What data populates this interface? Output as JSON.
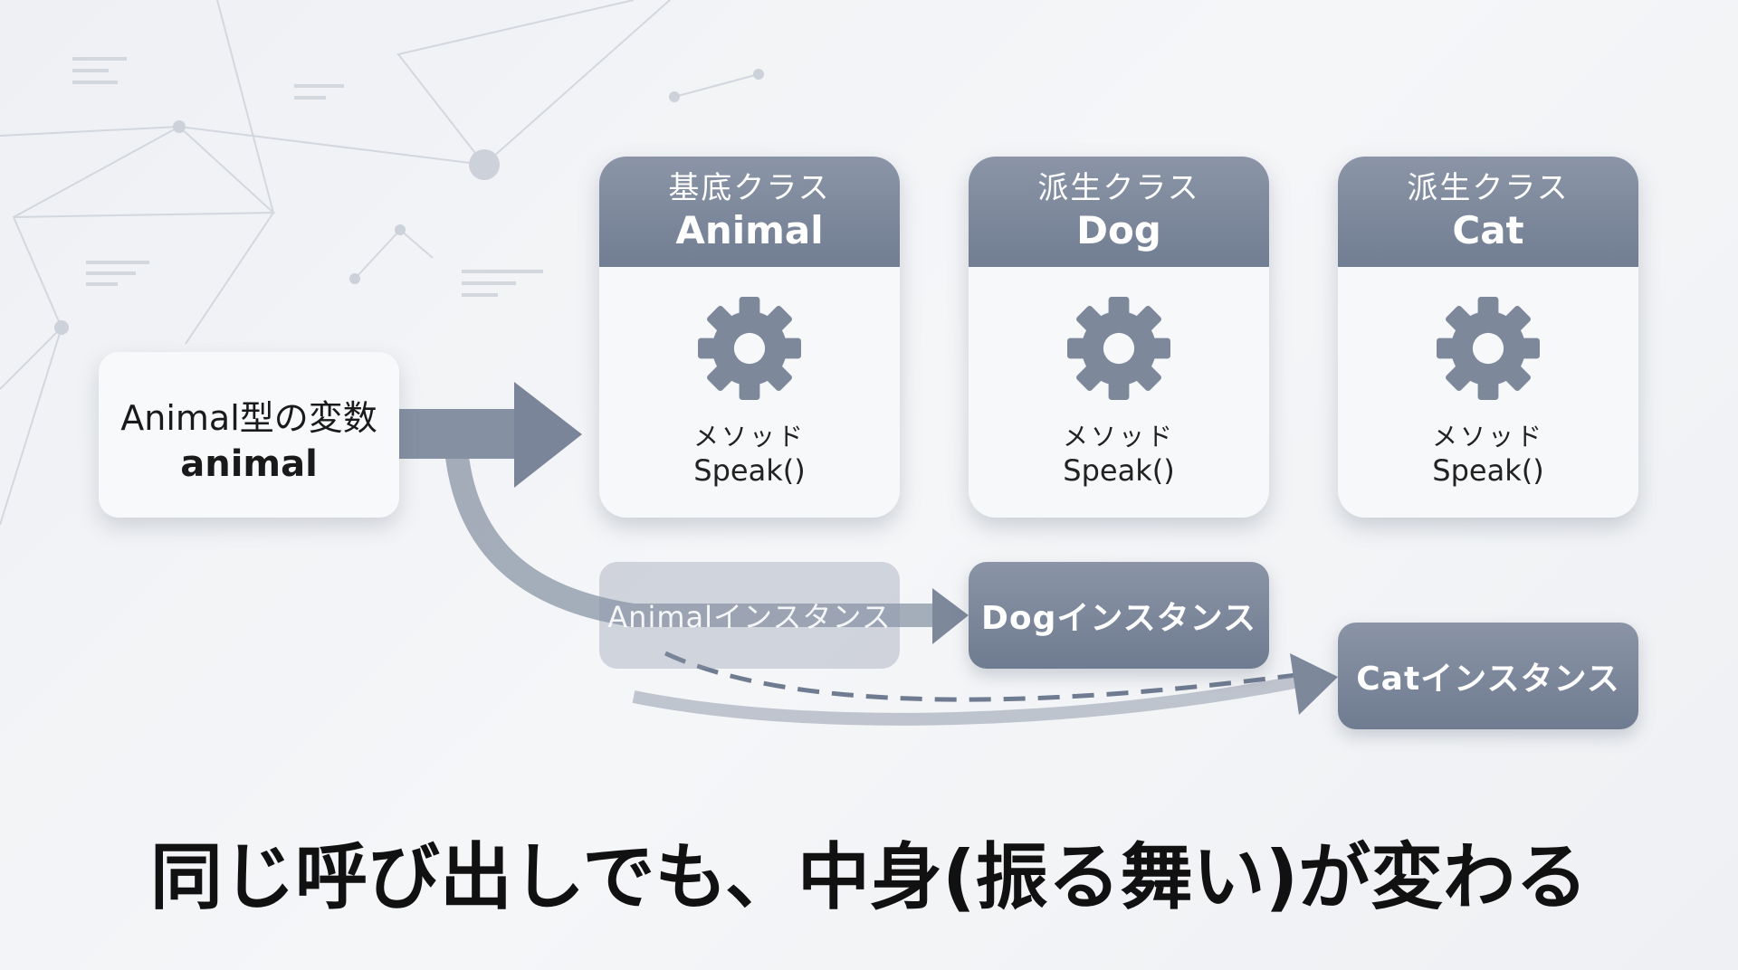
{
  "variable": {
    "line1": "Animal型の変数",
    "line2": "animal"
  },
  "classes": [
    {
      "kind": "基底クラス",
      "name": "Animal",
      "method_label": "メソッド",
      "method": "Speak()"
    },
    {
      "kind": "派生クラス",
      "name": "Dog",
      "method_label": "メソッド",
      "method": "Speak()"
    },
    {
      "kind": "派生クラス",
      "name": "Cat",
      "method_label": "メソッド",
      "method": "Speak()"
    }
  ],
  "instances": {
    "animal": "Animalインスタンス",
    "dog": "Dogインスタンス",
    "cat": "Catインスタンス"
  },
  "caption": "同じ呼び出しでも、中身(振る舞い)が変わる",
  "colors": {
    "header": "#7a8599",
    "arrow": "#7d889b",
    "text": "#111111"
  }
}
